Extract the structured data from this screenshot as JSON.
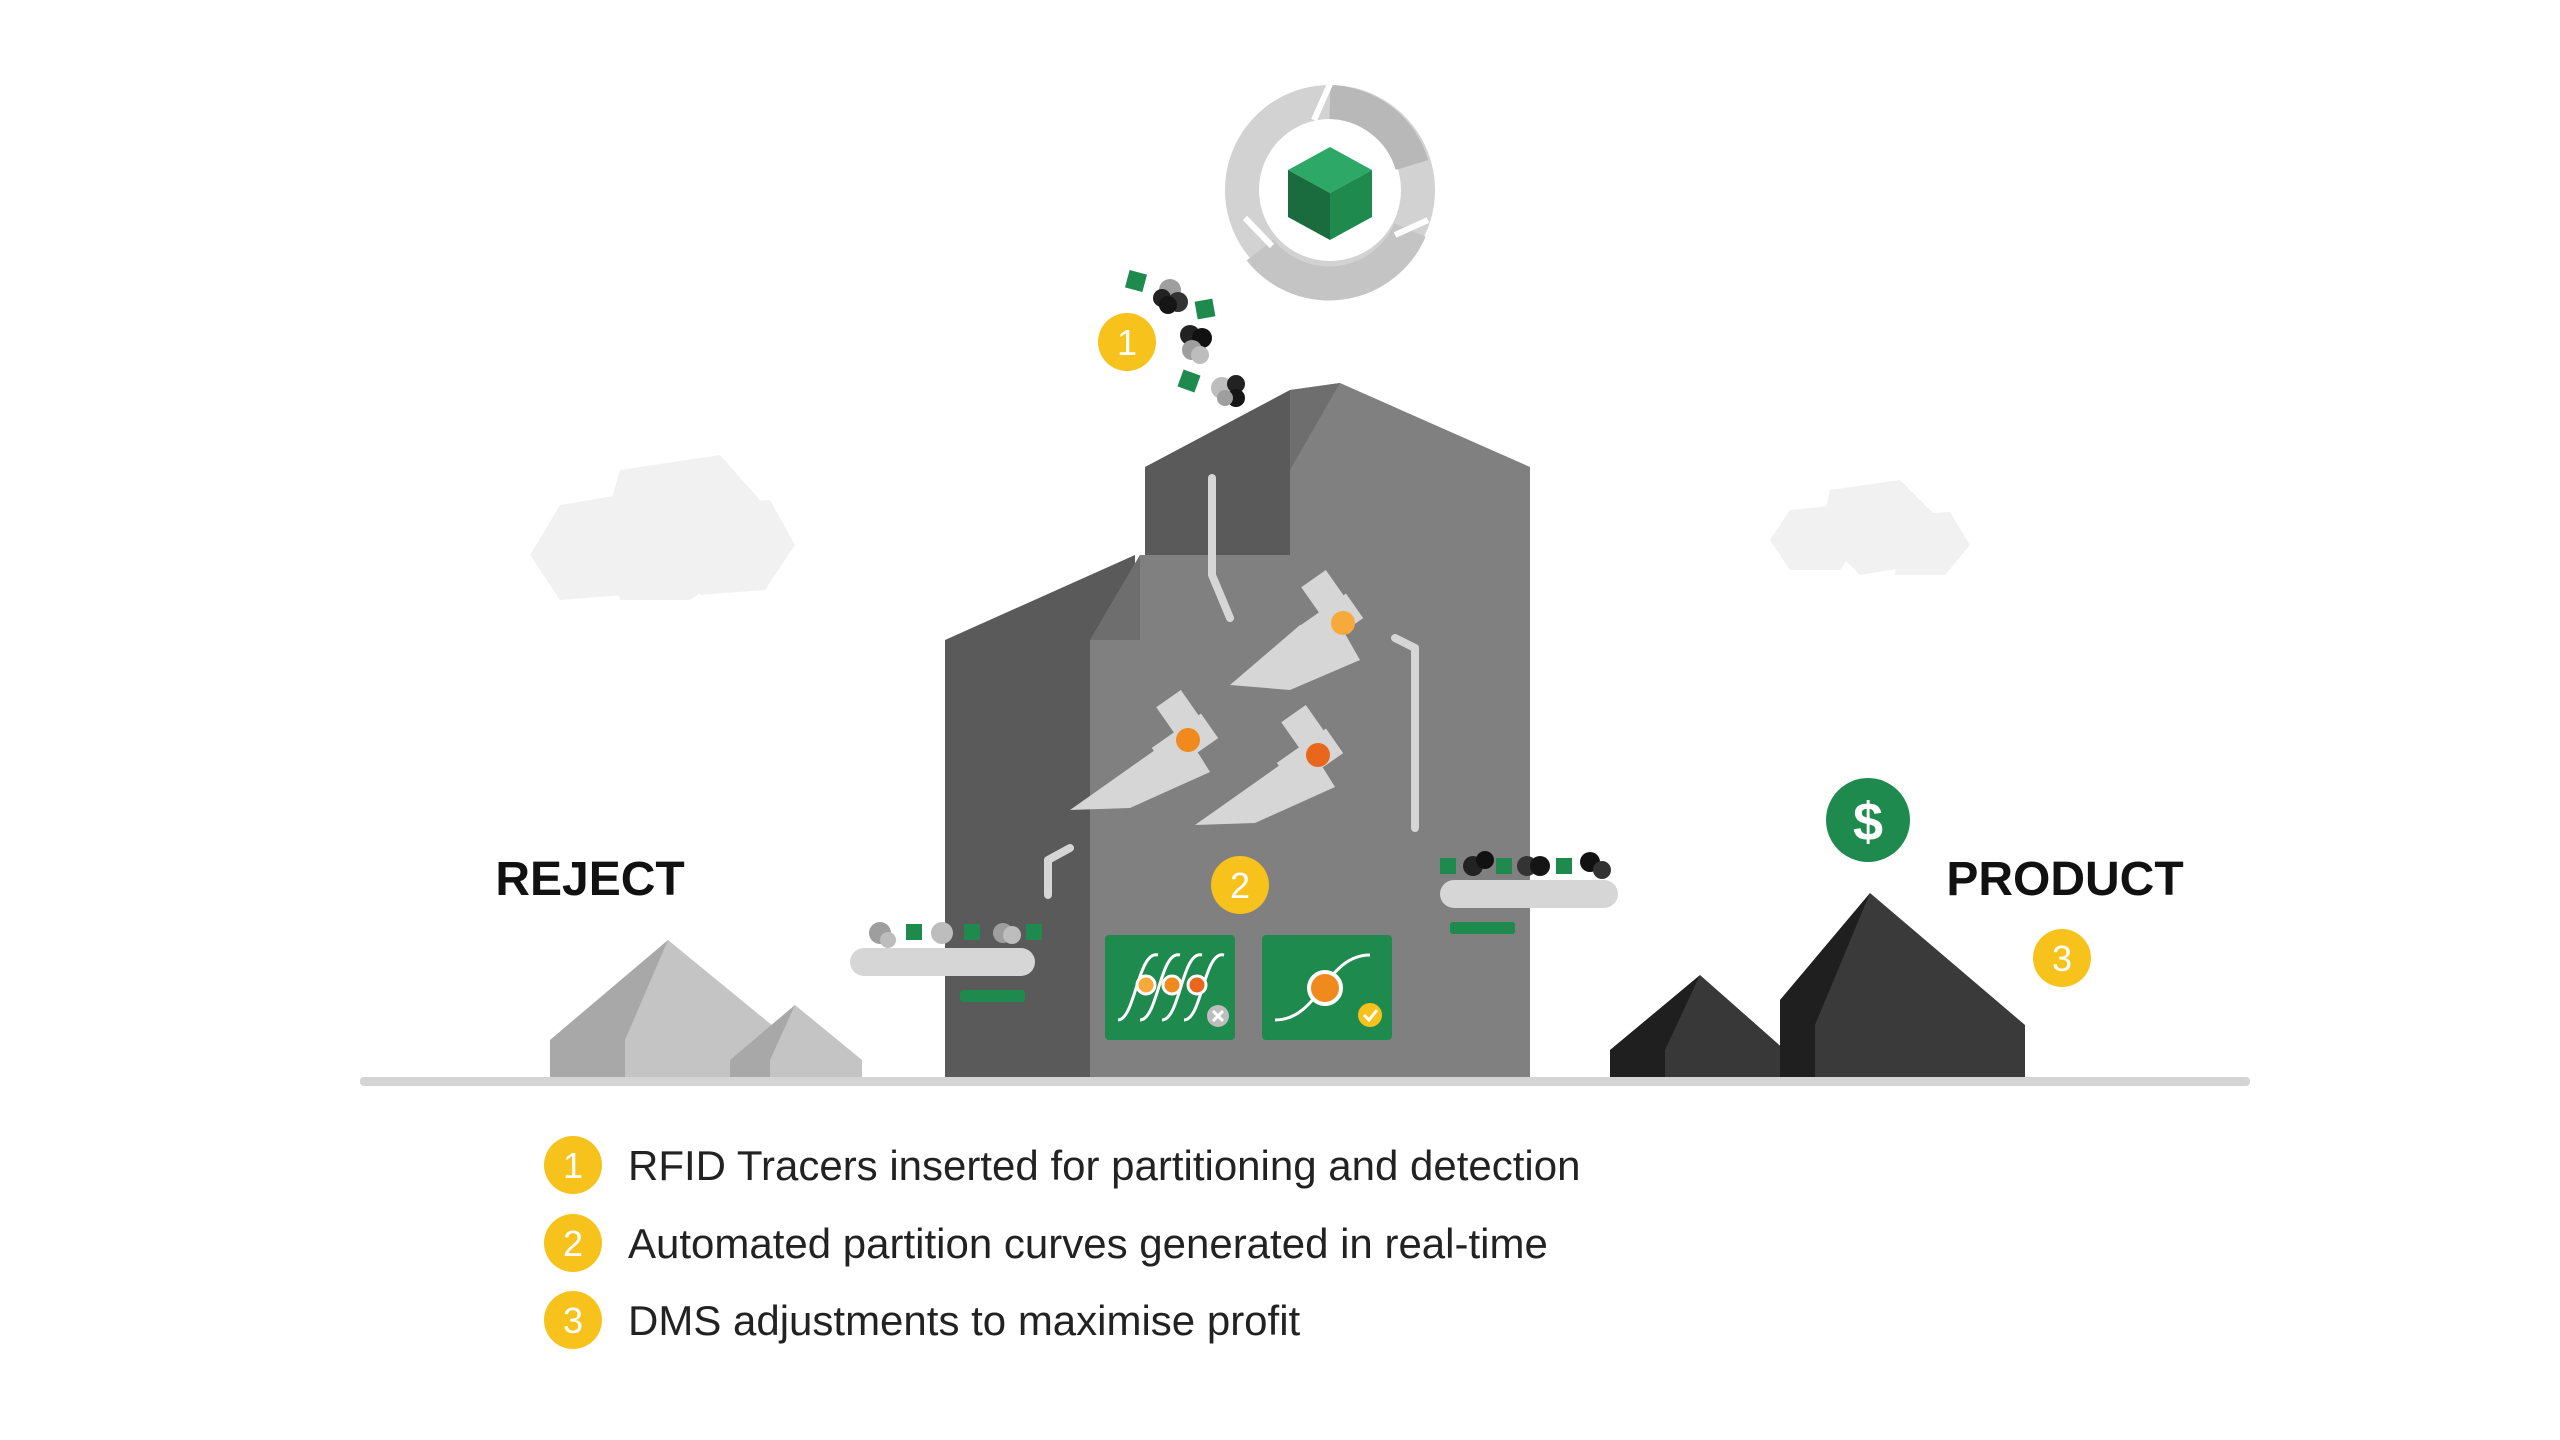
{
  "labels": {
    "reject": "REJECT",
    "product": "PRODUCT"
  },
  "badges": {
    "one": "1",
    "two": "2",
    "three": "3"
  },
  "legend": {
    "items": [
      {
        "number": "1",
        "text": "RFID Tracers inserted for partitioning and detection"
      },
      {
        "number": "2",
        "text": "Automated partition curves generated in real-time"
      },
      {
        "number": "3",
        "text": "DMS adjustments to maximise profit"
      }
    ]
  },
  "dollar_symbol": "$",
  "icons": {
    "recycle": "recycle-cube-icon",
    "dollar": "dollar-coin-icon",
    "reject_card": "partition-curve-reject-icon",
    "accept_card": "partition-curve-accept-icon"
  },
  "colors": {
    "badge_yellow": "#F7C21B",
    "brand_green": "#1E8A4E",
    "building_dark": "#585858",
    "building_light": "#7A7A7A",
    "cyclone": "#D6D6D6",
    "tracer_orange": "#F08A1E",
    "reject_rock": "#BDBDBD",
    "product_rock": "#3A3A3A",
    "ground": "#D4D4D4",
    "cloud": "#F1F1F1"
  }
}
